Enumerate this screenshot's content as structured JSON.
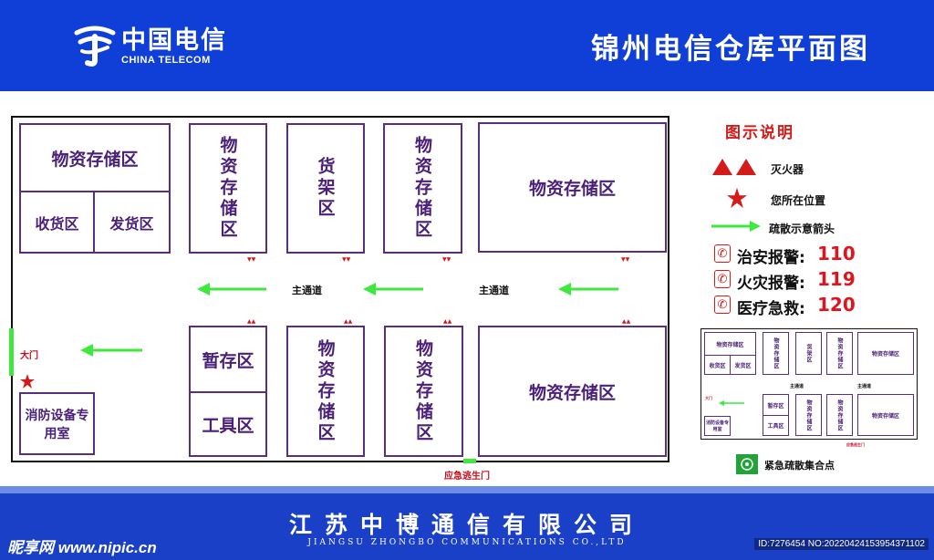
{
  "header": {
    "logo_cn": "中国电信",
    "logo_en": "CHINA TELECOM",
    "title": "锦州电信仓库平面图"
  },
  "plan": {
    "zones": {
      "top_left_storage": "物资存储区",
      "receiving": "收货区",
      "shipping": "发货区",
      "top_col2_storage": "物资存储区",
      "shelves": "货架区",
      "top_col4_storage": "物资存储区",
      "top_right_storage": "物资存储区",
      "temp_storage": "暂存区",
      "tools": "工具区",
      "bottom_col3_storage": "物资存储区",
      "bottom_col4_storage": "物资存储区",
      "bottom_right_storage": "物资存储区",
      "fire_equipment_room": "消防设备专用室"
    },
    "main_aisle_label_1": "主通道",
    "main_aisle_label_2": "主通道",
    "main_gate_label": "大门",
    "emergency_exit_label": "应急逃生门",
    "door_mark": "▲▲"
  },
  "legend": {
    "title": "图示说明",
    "extinguisher_label": "灭火器",
    "you_are_here_label": "您所在位置",
    "evacuation_arrow_label": "疏散示意箭头",
    "phones": [
      {
        "label": "治安报警:",
        "number": "110"
      },
      {
        "label": "火灾报警:",
        "number": "119"
      },
      {
        "label": "医疗急救:",
        "number": "120"
      }
    ]
  },
  "mini_map": {
    "storage": "物资存储区",
    "receiving": "收货区",
    "shipping": "发货区",
    "shelves": "货架区",
    "temp_storage": "暂存区",
    "tools": "工具区",
    "fire_room": "消防设备专用室",
    "aisle": "主通道",
    "main_gate": "大门",
    "exit": "应急逃生门",
    "assembly_point": "紧急疏散集合点"
  },
  "footer": {
    "company_cn": "江苏中博通信有限公司",
    "company_en": "JIANGSU ZHONGBO COMMUNICATIONS CO.,LTD",
    "watermark_left": "昵享网 www.nipic.cn",
    "watermark_right": "ID:7276454 NO:20220424153954371102"
  },
  "colors": {
    "header_blue": "#0f3fd6",
    "zone_purple": "#4a2078",
    "arrow_green": "#3ee83e",
    "alert_red": "#e0141e"
  }
}
